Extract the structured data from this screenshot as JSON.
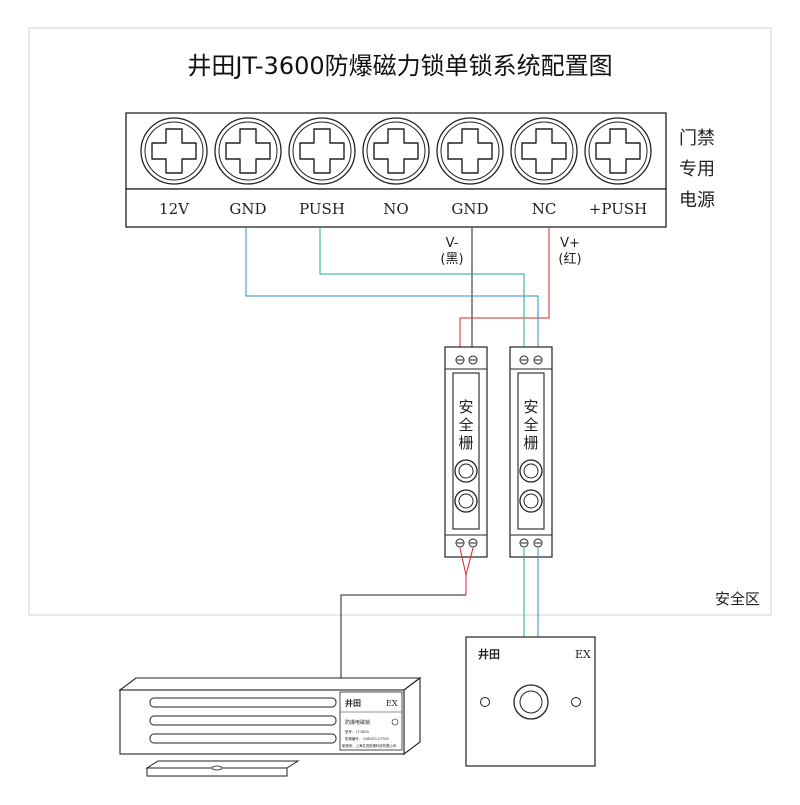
{
  "title": "井田JT-3600防爆磁力锁单锁系统配置图",
  "power_supply": {
    "side_label": [
      "门禁",
      "专用",
      "电源"
    ],
    "terminals": [
      "12V",
      "GND",
      "PUSH",
      "NO",
      "GND",
      "NC",
      "+PUSH"
    ]
  },
  "wire_labels": {
    "negative": "V-",
    "negative_color": "(黑)",
    "positive": "V+",
    "positive_color": "(红)"
  },
  "barrier": {
    "label_chars": [
      "安",
      "全",
      "栅"
    ]
  },
  "safe_zone_label": "安全区",
  "exit_button": {
    "brand": "井田",
    "ex_mark": "EX"
  },
  "magnetic_lock": {
    "brand": "井田",
    "ex_mark": "EX",
    "product_name": "防爆电磁锁",
    "model_line": "型号：   JT-3600",
    "cert_line": "防爆编号：  CNEX20.2770X",
    "maker_line": "制造商：上海井田防爆科技有限公司"
  },
  "colors": {
    "wire_black": "#222222",
    "wire_red": "#d42a2a",
    "wire_blue": "#2a8fc9",
    "wire_teal": "#2aa39a",
    "outline": "#222222",
    "safe_zone_border": "#d0d0d0"
  }
}
